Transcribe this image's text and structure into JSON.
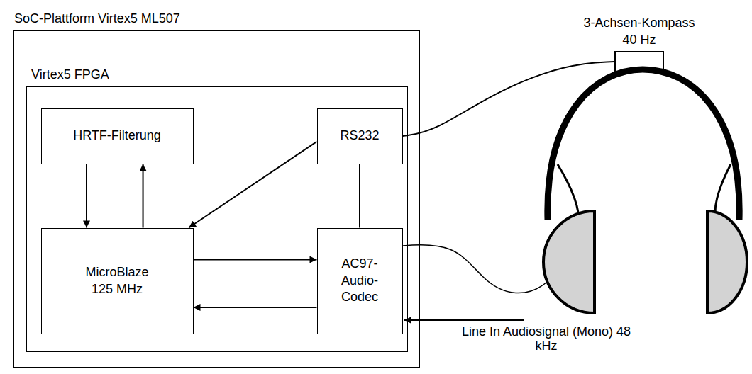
{
  "diagram": {
    "nodes": [
      {
        "text": [
          "SoC-Plattform Virtex5 ML507"
        ]
      },
      {
        "text": [
          "Virtex5 FPGA"
        ],
        "in": 0
      },
      {
        "text": [
          "HRTF-Filterung"
        ],
        "in": 1
      },
      {
        "text": [
          "RS232"
        ],
        "in": 1
      },
      {
        "text": [
          "MicroBlaze 125 MHz"
        ],
        "in": 1
      },
      {
        "text": [
          "AC97- Audio- Codec"
        ],
        "in": 1
      },
      {
        "text": [
          "3-Achsen-Kompass 40 Hz"
        ]
      }
    ],
    "edges": [
      {
        "from": 2,
        "to": 4,
        "arrow": "to"
      },
      {
        "from": 4,
        "to": 2,
        "arrow": "to"
      },
      {
        "from": 3,
        "to": 4,
        "arrow": "to"
      },
      {
        "from": 4,
        "to": 5,
        "arrow": "to"
      },
      {
        "from": 5,
        "to": 4,
        "arrow": "to"
      },
      {
        "from": 3,
        "to": 5,
        "arrow": "none"
      },
      {
        "from": 3,
        "to": 6,
        "arrow": "none"
      }
    ],
    "labels": [
      "Line In Audiosignal (Mono) 48 kHz"
    ]
  }
}
